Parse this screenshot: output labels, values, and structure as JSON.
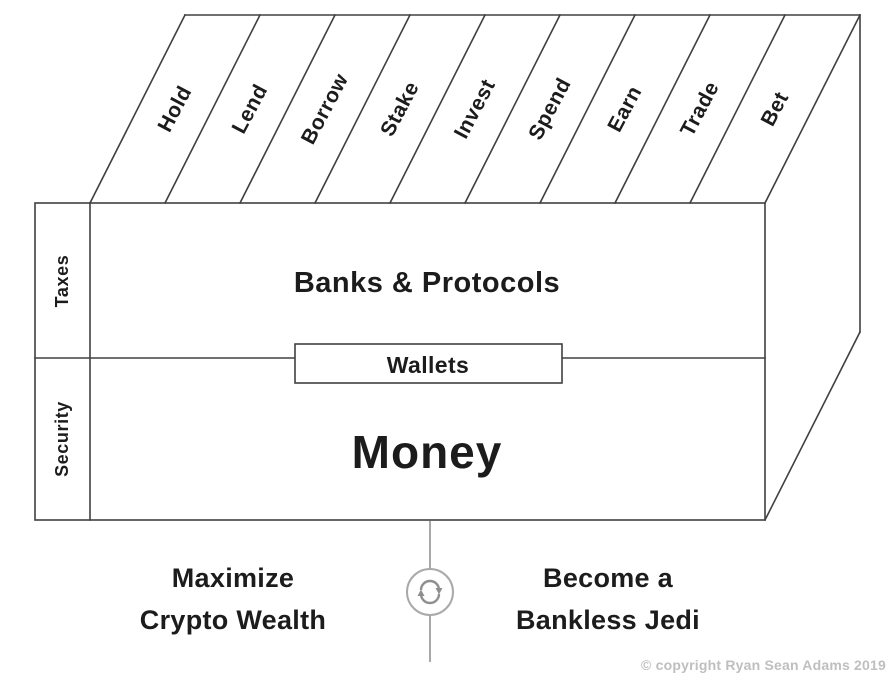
{
  "diagram": {
    "actions": [
      "Hold",
      "Lend",
      "Borrow",
      "Stake",
      "Invest",
      "Spend",
      "Earn",
      "Trade",
      "Bet"
    ],
    "left_column": {
      "top": "Taxes",
      "bottom": "Security"
    },
    "layers": {
      "top": "Banks & Protocols",
      "middle": "Wallets",
      "bottom": "Money"
    },
    "footer": {
      "left": {
        "line1": "Maximize",
        "line2": "Crypto Wealth"
      },
      "right": {
        "line1": "Become a",
        "line2": "Bankless Jedi"
      },
      "copyright": "© copyright Ryan Sean Adams 2019"
    },
    "icons": {
      "center": {
        "name": "refresh-cycle-icon",
        "glyph": "⟳"
      }
    },
    "colors": {
      "line": "#404040",
      "text": "#1c1c1c",
      "muted_gray": "#a9a9a9",
      "copyright_gray": "#bfbfbf",
      "background": "#ffffff"
    }
  }
}
